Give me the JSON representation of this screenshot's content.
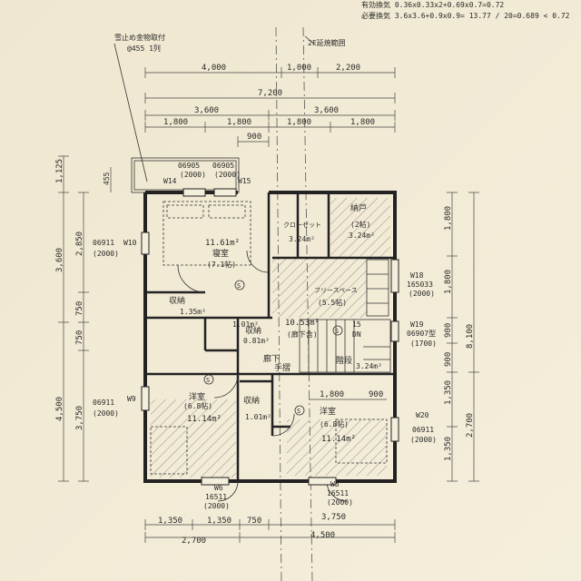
{
  "header": {
    "line1": "有効換気 0.36x0.33x2+0.69x0.7=0.72",
    "line2": "必要換気 3.6x3.6+0.9x0.9= 13.77 / 20=0.689 < 0.72"
  },
  "notes": {
    "rain_title": "雪止め金物取付",
    "rain_sub": "@455 1列",
    "fire_zone": "2F延焼範囲"
  },
  "dims": {
    "top_row1": [
      "4,000",
      "1,000",
      "2,200"
    ],
    "top_row2": [
      "7,200"
    ],
    "top_row3": [
      "3,600",
      "3,600"
    ],
    "top_row4": [
      "1,800",
      "1,800",
      "1,800",
      "1,800"
    ],
    "top_row5": [
      "900"
    ],
    "left": [
      "1,125",
      "455",
      "3,600",
      "2,850",
      "750",
      "750",
      "4,500",
      "3,750"
    ],
    "right": [
      "1,800",
      "1,800",
      "900",
      "900",
      "8,100",
      "1,350",
      "2,700",
      "1,350"
    ],
    "bottom_row1": [
      "1,350",
      "1,350",
      "750",
      "3,750"
    ],
    "bottom_row2": [
      "2,700",
      "4,500"
    ],
    "inner": [
      "1,800",
      "900"
    ]
  },
  "windows": {
    "w14": "W14",
    "w15": "W15",
    "w14_code": "06905",
    "w14_size": "(2000)",
    "w15_code": "06905",
    "w15_size": "(2000)",
    "w10": "W10",
    "w10_code": "06911",
    "w10_size": "(2000)",
    "w9": "W9",
    "w9_code": "06911",
    "w9_size": "(2000)",
    "w18": "W18",
    "w18_code": "165033",
    "w18_size": "(2000)",
    "w19": "W19",
    "w19_code": "06907型",
    "w19_size": "(1700)",
    "w20": "W20",
    "w20_code": "06911",
    "w20_size": "(2000)",
    "w6": "W6",
    "w6_code": "16511",
    "w6_size": "(2000)",
    "w5": "W5",
    "w5_code": "16511",
    "w5_size": "(2000)"
  },
  "rooms": {
    "bedroom_area": "11.61m²",
    "bedroom_name": "寝室",
    "bedroom_tatami": "(7.1帖)",
    "closet_a": "クローゼット",
    "closet_a_area": "3.24m²",
    "storage_name": "納戸",
    "storage_tatami": "(2帖)",
    "storage_area": "3.24m²",
    "free_space": "フリースペース",
    "free_tatami": "(5.5帖)",
    "storage1": "収納",
    "storage1_area": "1.35m²",
    "small_area": "1.01m²",
    "storage2": "収納",
    "storage2_area": "0.81m²",
    "hall_area": "10.53m²",
    "hall_note": "(廊下含)",
    "stair_num": "15",
    "stair_dn": "DN",
    "corridor": "廊下",
    "handrail": "手摺",
    "stairs": "階段",
    "stairs_area": "3.24m²",
    "west_room": "洋室",
    "west_tatami": "(6.8帖)",
    "west_area": "11.14m²",
    "storage3": "収納",
    "storage3_area": "1.01m²",
    "east_room": "洋室",
    "east_tatami": "(6.8帖)",
    "east_area": "11.14m²",
    "smoke": "S"
  }
}
